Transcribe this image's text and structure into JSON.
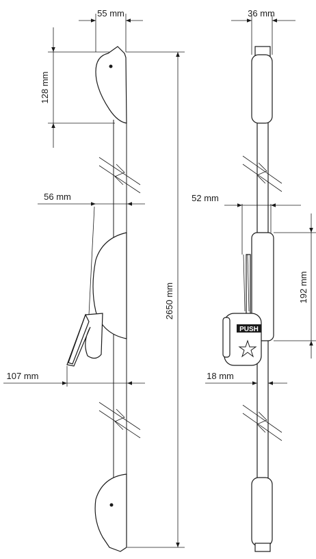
{
  "diagram": {
    "dimensions": {
      "left_top_width": "55 mm",
      "left_cap_height": "128 mm",
      "left_body_width": "56 mm",
      "left_handle_projection": "107 mm",
      "total_length": "2650 mm",
      "right_top_width": "36 mm",
      "right_body_width": "52 mm",
      "right_handle_height": "192 mm",
      "right_rod_width": "18 mm"
    },
    "handle_label": "PUSH"
  }
}
